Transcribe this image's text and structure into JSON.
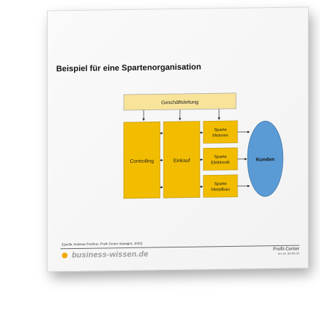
{
  "document": {
    "title": "Beispiel für eine Spartenorganisation",
    "source": "[Quelle: Andreas Preißner, Profit Center managen, 2002]",
    "footer": {
      "logo_text": "business-wissen.de",
      "doc_title": "Profit-Center",
      "doc_number": "Art.-Nr. 30.091.02"
    }
  },
  "org_chart": {
    "top": "Geschäftsleitung",
    "functions": [
      "Controlling",
      "Einkauf"
    ],
    "divisions": [
      {
        "line1": "Sparte",
        "line2": "Motoren"
      },
      {
        "line1": "Sparte",
        "line2": "Elektronik"
      },
      {
        "line1": "Sparte",
        "line2": "Metallbau"
      }
    ],
    "customer": "Kunden"
  },
  "colors": {
    "top_box": "#f7e39a",
    "main_box": "#f2bd00",
    "customer": "#5b9bd5",
    "logo_dot": "#f2a900"
  }
}
